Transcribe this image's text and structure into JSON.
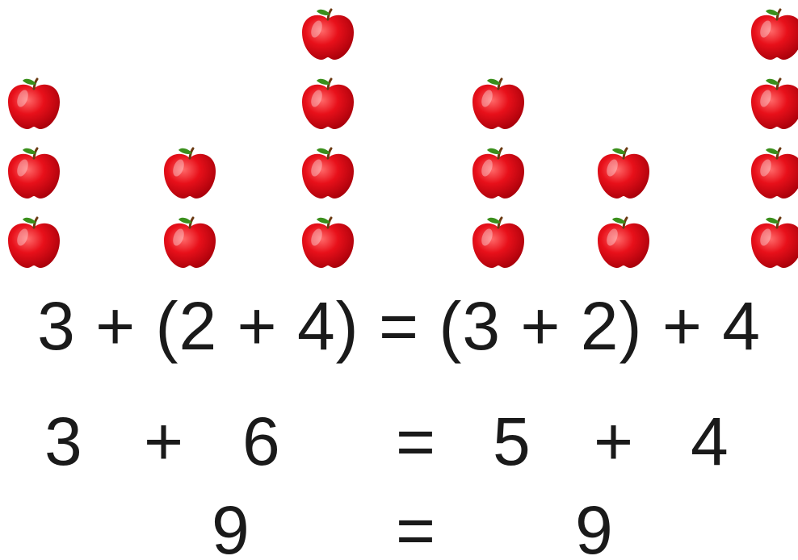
{
  "apple_color": "#e8101a",
  "leaf_color": "#3a8f1c",
  "stem_color": "#6b3a12",
  "groups": [
    {
      "count": 3
    },
    {
      "count": 2
    },
    {
      "count": 4
    },
    {
      "count": 3
    },
    {
      "count": 2
    },
    {
      "count": 4
    }
  ],
  "equations": {
    "line1": "3 + (2 + 4) = (3 + 2) + 4",
    "line2": {
      "a": "3",
      "op1": "+",
      "b": "6",
      "eq": "=",
      "c": "5",
      "op2": "+",
      "d": "4"
    },
    "line3": {
      "left": "9",
      "eq": "=",
      "right": "9"
    }
  }
}
